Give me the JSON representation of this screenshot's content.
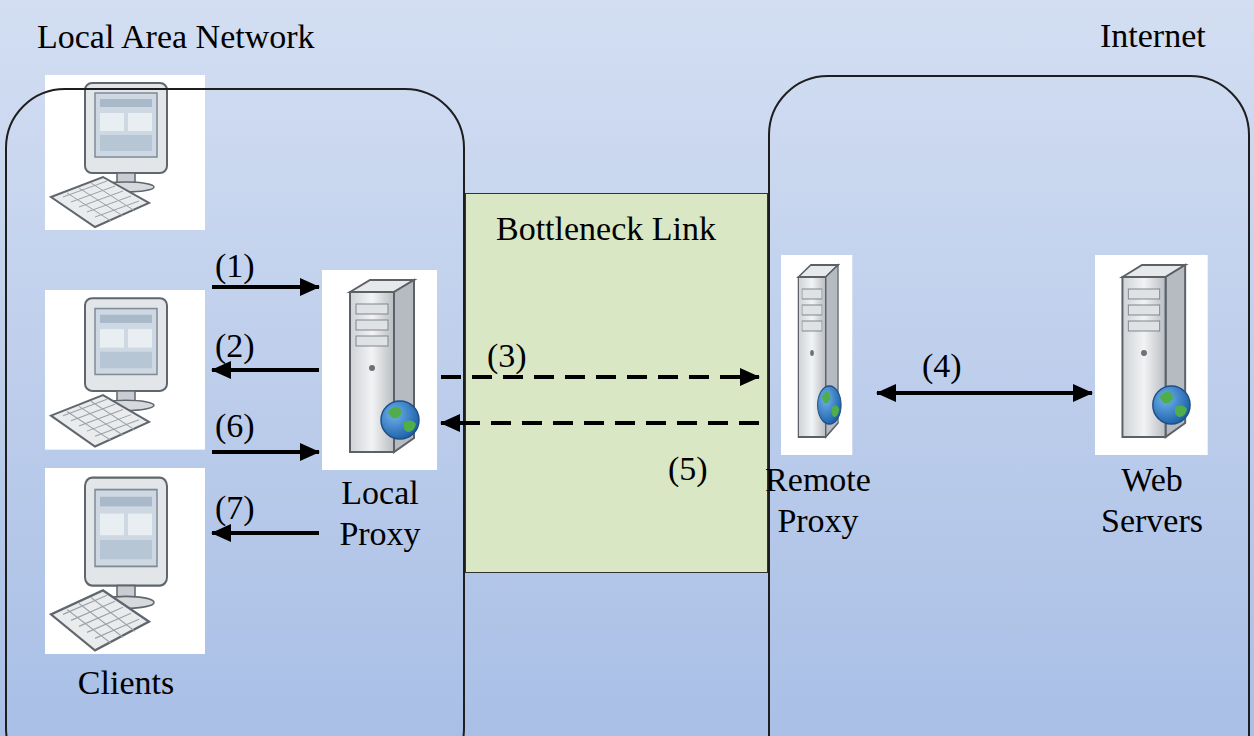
{
  "diagram": {
    "nodes": [
      {
        "text": [
          "Local Area Network"
        ]
      },
      {
        "text": [
          "Clients"
        ],
        "in": 0
      },
      {
        "text": [
          "Local Proxy"
        ],
        "in": 0
      },
      {
        "text": [
          "Bottleneck Link"
        ]
      },
      {
        "text": [
          "Internet"
        ]
      },
      {
        "text": [
          "Remote Proxy"
        ],
        "in": 4
      },
      {
        "text": [
          "Web Servers"
        ],
        "in": 4
      }
    ],
    "edges": [
      {
        "from": 1,
        "to": 2,
        "arrow": "to",
        "label": "(1)"
      },
      {
        "from": 2,
        "to": 1,
        "arrow": "to",
        "label": "(2)"
      },
      {
        "from": 2,
        "to": 5,
        "arrow": "to",
        "label": "(3)"
      },
      {
        "from": 5,
        "to": 6,
        "arrow": "both",
        "label": "(4)"
      },
      {
        "from": 5,
        "to": 2,
        "arrow": "to",
        "label": "(5)"
      },
      {
        "from": 1,
        "to": 2,
        "arrow": "to",
        "label": "(6)"
      },
      {
        "from": 2,
        "to": 1,
        "arrow": "to",
        "label": "(7)"
      }
    ]
  }
}
